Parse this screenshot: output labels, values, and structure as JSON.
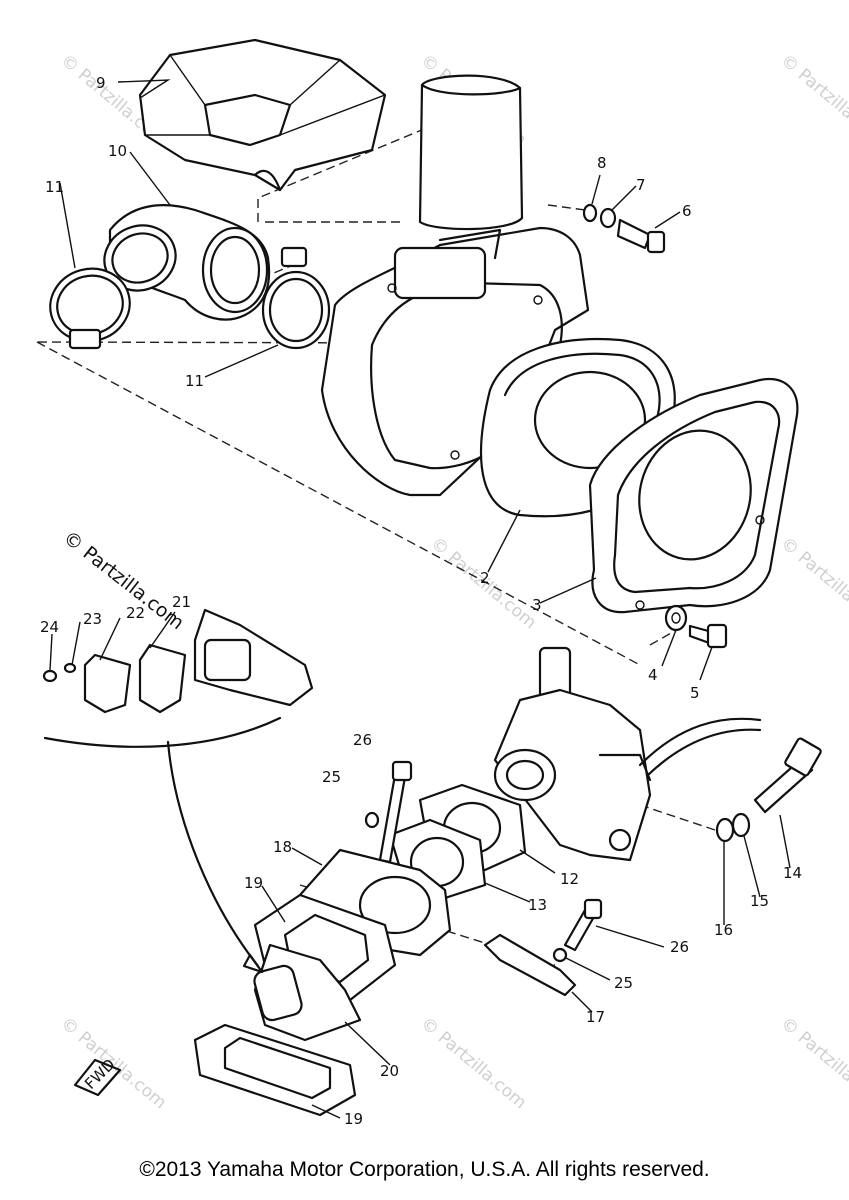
{
  "watermark": {
    "text": "© Partzilla.com"
  },
  "callouts": [
    {
      "id": "c9",
      "number": "9"
    },
    {
      "id": "c10",
      "number": "10"
    },
    {
      "id": "c11a",
      "number": "11"
    },
    {
      "id": "c11b",
      "number": "11"
    },
    {
      "id": "c8",
      "number": "8"
    },
    {
      "id": "c7",
      "number": "7"
    },
    {
      "id": "c6",
      "number": "6"
    },
    {
      "id": "c2",
      "number": "2"
    },
    {
      "id": "c3",
      "number": "3"
    },
    {
      "id": "c4",
      "number": "4"
    },
    {
      "id": "c5",
      "number": "5"
    },
    {
      "id": "c24",
      "number": "24"
    },
    {
      "id": "c23",
      "number": "23"
    },
    {
      "id": "c22",
      "number": "22"
    },
    {
      "id": "c21",
      "number": "21"
    },
    {
      "id": "c26a",
      "number": "26"
    },
    {
      "id": "c25a",
      "number": "25"
    },
    {
      "id": "c18",
      "number": "18"
    },
    {
      "id": "c19a",
      "number": "19"
    },
    {
      "id": "c12",
      "number": "12"
    },
    {
      "id": "c13",
      "number": "13"
    },
    {
      "id": "c14",
      "number": "14"
    },
    {
      "id": "c15",
      "number": "15"
    },
    {
      "id": "c16",
      "number": "16"
    },
    {
      "id": "c26b",
      "number": "26"
    },
    {
      "id": "c25b",
      "number": "25"
    },
    {
      "id": "c17",
      "number": "17"
    },
    {
      "id": "c20",
      "number": "20"
    },
    {
      "id": "c19b",
      "number": "19"
    }
  ],
  "fwd_mark": "FWD",
  "copyright": "©2013 Yamaha Motor Corporation, U.S.A. All rights reserved."
}
